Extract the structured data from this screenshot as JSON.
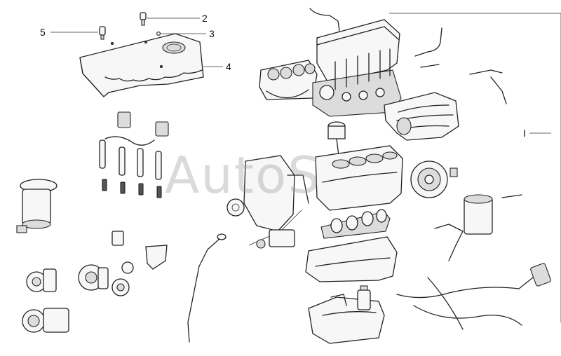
{
  "watermark": "AutoS",
  "callouts": [
    {
      "id": "5",
      "label": "5"
    },
    {
      "id": "2",
      "label": "2"
    },
    {
      "id": "3",
      "label": "3"
    },
    {
      "id": "4",
      "label": "4"
    },
    {
      "id": "1",
      "label": "I"
    }
  ]
}
